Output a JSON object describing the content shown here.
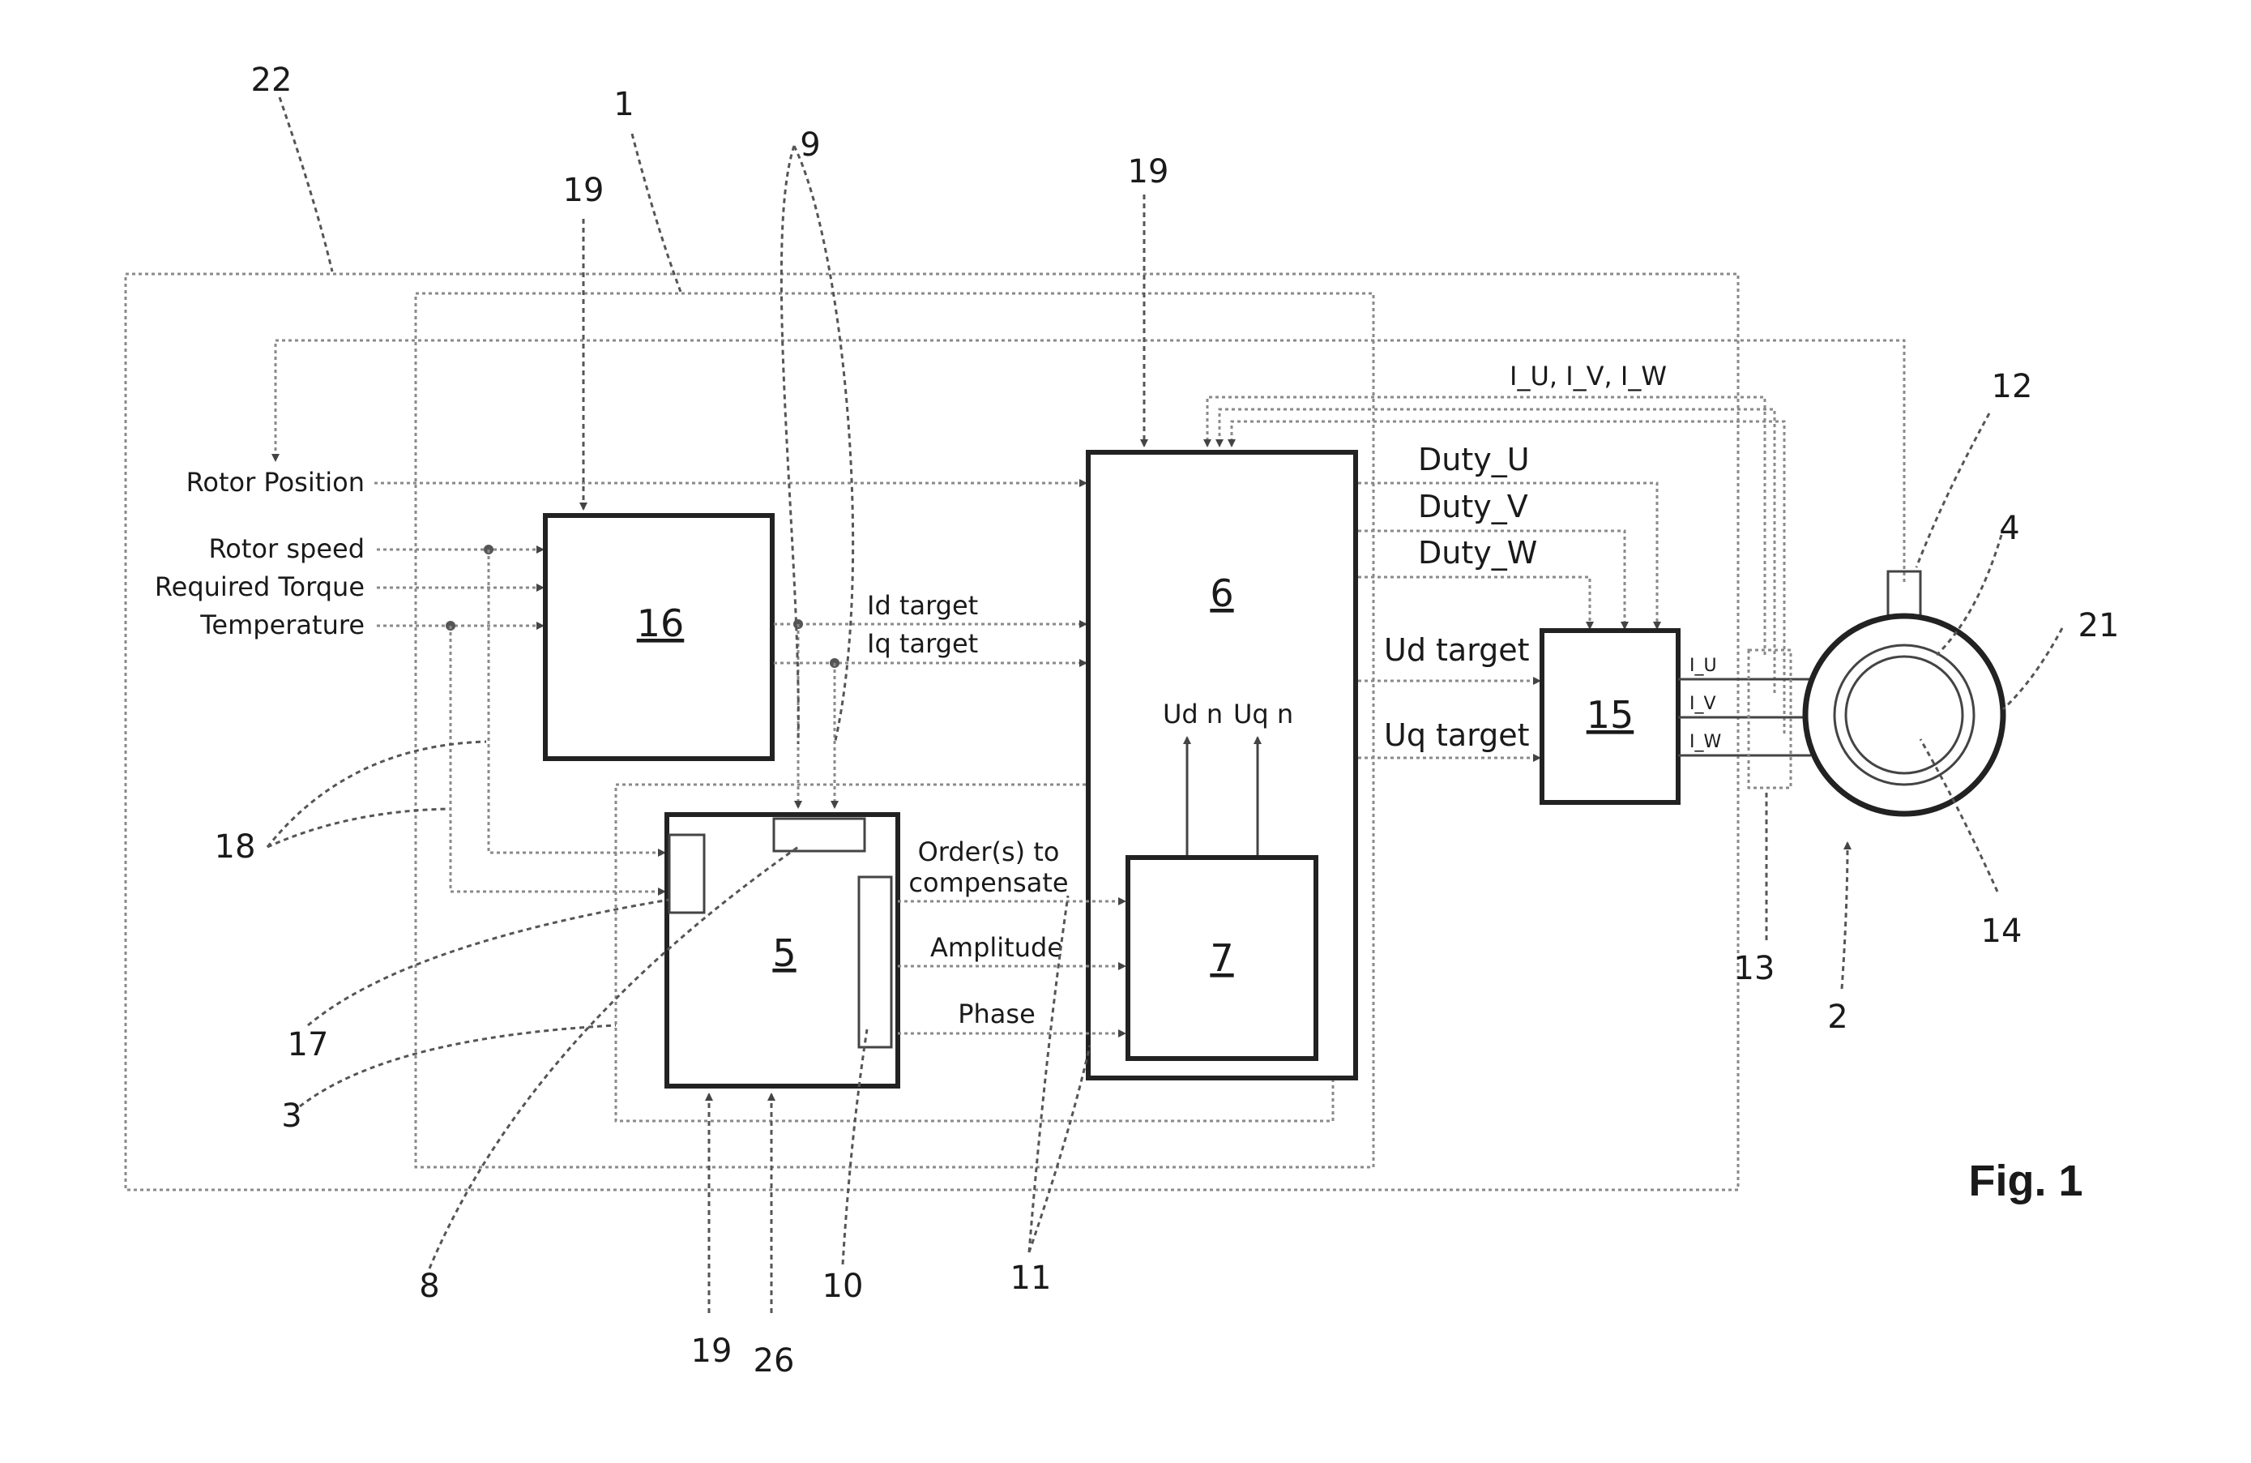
{
  "figure": {
    "label": "Fig. 1"
  },
  "inputs": {
    "rotor_position": "Rotor Position",
    "rotor_speed": "Rotor speed",
    "required_torque": "Required Torque",
    "temperature": "Temperature"
  },
  "signals": {
    "id_target": "Id target",
    "iq_target": "Iq target",
    "ud_target": "Ud target",
    "uq_target": "Uq target",
    "duty_u": "Duty_U",
    "duty_v": "Duty_V",
    "duty_w": "Duty_W",
    "currents": "I_U, I_V, I_W",
    "ud_n": "Ud n",
    "uq_n": "Uq n",
    "orders_line1": "Order(s) to",
    "orders_line2": "compensate",
    "amplitude": "Amplitude",
    "phase": "Phase",
    "iu": "I_U",
    "iv": "I_V",
    "iw": "I_W"
  },
  "blocks": {
    "b16": "16",
    "b6": "6",
    "b7": "7",
    "b5": "5",
    "b15": "15"
  },
  "refs": {
    "r22": "22",
    "r1": "1",
    "r9": "9",
    "r19a": "19",
    "r19b": "19",
    "r19c": "19",
    "r12": "12",
    "r4": "4",
    "r21": "21",
    "r14": "14",
    "r2": "2",
    "r13": "13",
    "r18": "18",
    "r17": "17",
    "r3": "3",
    "r8": "8",
    "r10": "10",
    "r11": "11",
    "r26": "26"
  }
}
